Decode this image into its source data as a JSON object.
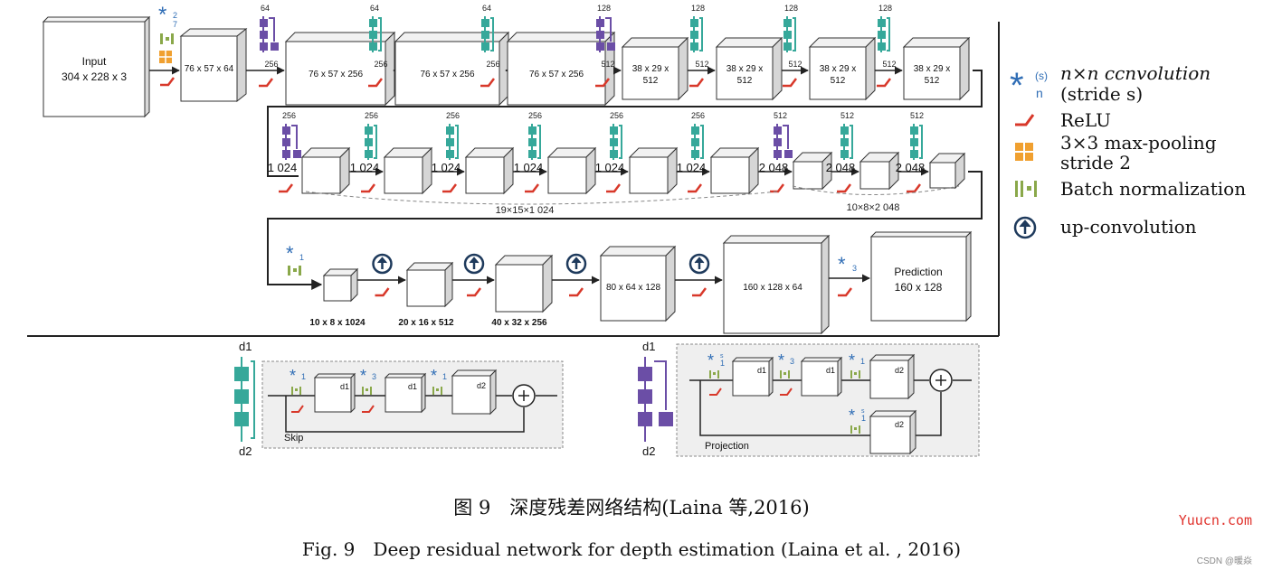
{
  "input": {
    "title": "Input",
    "size": "304 x 228 x 3"
  },
  "row1": {
    "first_block": "76 x 57 x 64",
    "conv_label": "7",
    "blocks": [
      {
        "line1": "76 x 57 x 256",
        "line2": "",
        "top": "64",
        "side": "256"
      },
      {
        "line1": "76 x 57 x 256",
        "line2": "",
        "top": "64",
        "side": "256"
      },
      {
        "line1": "76 x 57 x 256",
        "line2": "",
        "top": "64",
        "side": "256"
      },
      {
        "line1": "38 x 29 x",
        "line2": "512",
        "top": "128",
        "side": "512"
      },
      {
        "line1": "38 x 29 x",
        "line2": "512",
        "top": "128",
        "side": "512"
      },
      {
        "line1": "38 x 29 x",
        "line2": "512",
        "top": "128",
        "side": "512"
      },
      {
        "line1": "38 x 29 x",
        "line2": "512",
        "top": "128",
        "side": "512"
      }
    ]
  },
  "row2": {
    "blocks": [
      {
        "top": "256",
        "side": "1 024"
      },
      {
        "top": "256",
        "side": "1 024"
      },
      {
        "top": "256",
        "side": "1 024"
      },
      {
        "top": "256",
        "side": "1 024"
      },
      {
        "top": "256",
        "side": "1 024"
      },
      {
        "top": "256",
        "side": "1 024"
      },
      {
        "top": "512",
        "side": "2 048"
      },
      {
        "top": "512",
        "side": "2 048"
      },
      {
        "top": "512",
        "side": "2 048"
      }
    ],
    "dim_a": "19×15×1 024",
    "dim_b": "10×8×2 048"
  },
  "row3": {
    "conv_label": "1",
    "blocks": [
      "10 x 8 x 1024",
      "20 x 16 x 512",
      "40 x 32 x 256",
      "80 x 64 x 128",
      "160 x 128 x 64"
    ],
    "conv3_label": "3",
    "prediction_title": "Prediction",
    "prediction_size": "160 x 128"
  },
  "legend": {
    "conv_sup": "(s)",
    "conv_sub": "n",
    "conv_line1": "n×n ccnvolution",
    "conv_line2": "(stride s)",
    "relu": "ReLU",
    "pool_line1": "3×3 max-pooling",
    "pool_line2": "stride 2",
    "bn": "Batch normalization",
    "upconv": "up-convolution"
  },
  "skip": {
    "d1": "d1",
    "d2": "d2",
    "title": "Skip",
    "b1": "d1",
    "b2": "d1",
    "b3": "d2",
    "c1": "1",
    "c2": "3",
    "c3": "1"
  },
  "projection": {
    "d1": "d1",
    "d2": "d2",
    "title": "Projection",
    "b1": "d1",
    "b2": "d1",
    "b3": "d2",
    "b4": "d2",
    "c1": "1",
    "c2": "3",
    "c3": "1",
    "c4": "1",
    "s1": "s",
    "s4": "s"
  },
  "caption": {
    "cn": "图 9　深度残差网络结构(Laina 等,2016)",
    "en": "Fig. 9　Deep residual network for depth estimation (Laina et al. , 2016)"
  },
  "watermark": {
    "site": "Yuucn.com",
    "author": "CSDN @暖焱"
  },
  "colors": {
    "conv": "#2f6db5",
    "relu": "#d8382a",
    "pool": "#f0a030",
    "bn": "#8aa84a",
    "teal": "#36a89a",
    "purple": "#6b4ea6",
    "panel": "#efefef"
  }
}
